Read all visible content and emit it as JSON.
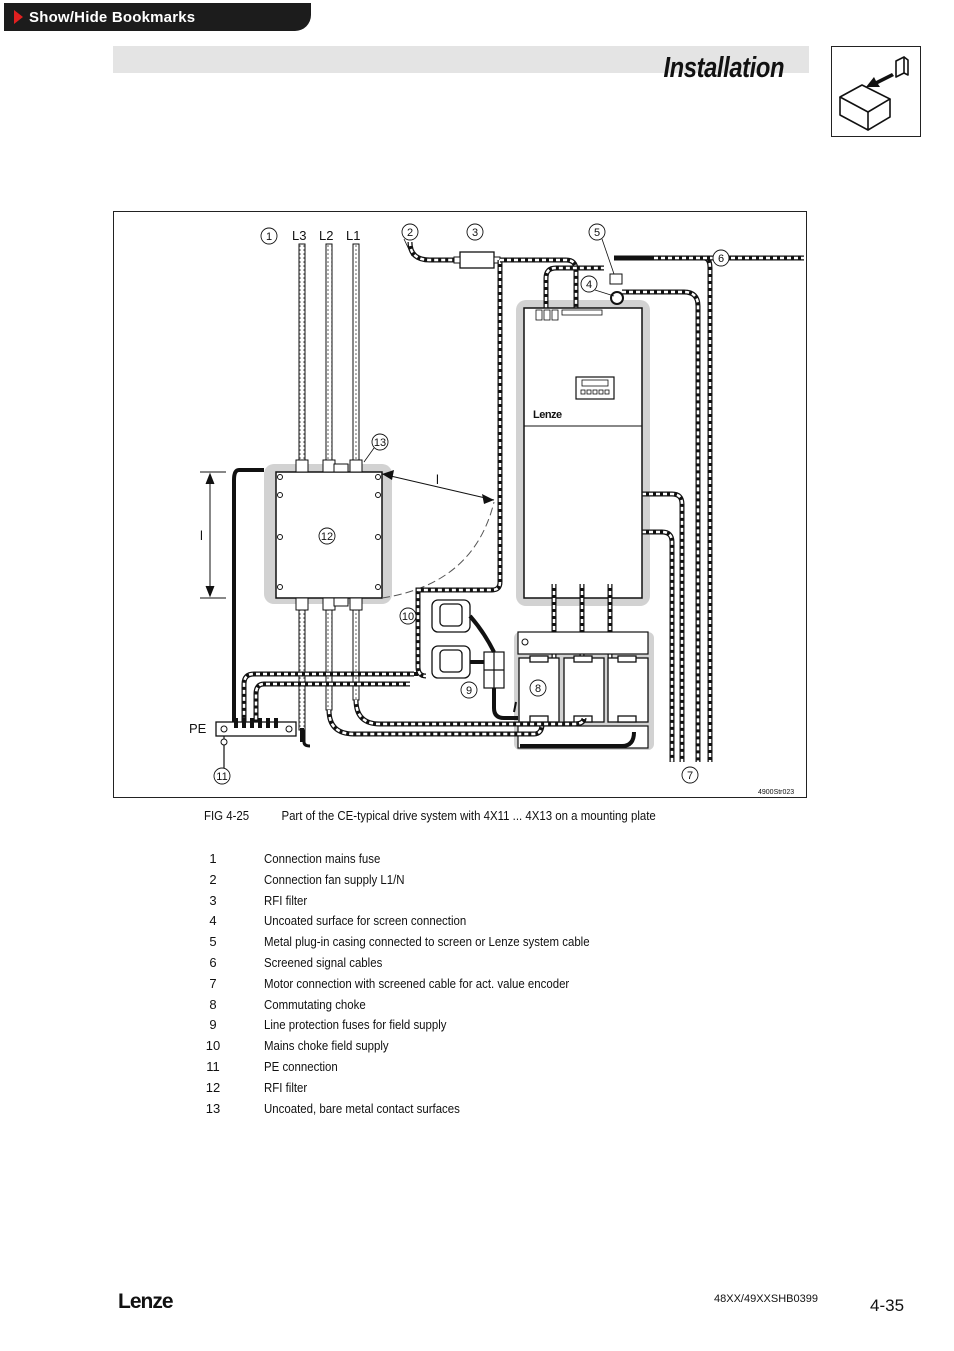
{
  "toolbar": {
    "bookmarks_label": "Show/Hide Bookmarks"
  },
  "header": {
    "title": "Installation",
    "icon": "install-box-icon"
  },
  "figure": {
    "labels": {
      "l3": "L3",
      "l2": "L2",
      "l1": "L1",
      "pe": "PE",
      "dim_l_v": "l",
      "dim_l_h": "l",
      "drive_brand": "Lenze",
      "code": "4900Str023"
    },
    "callouts": [
      "1",
      "2",
      "3",
      "4",
      "5",
      "6",
      "7",
      "8",
      "9",
      "10",
      "11",
      "12",
      "13"
    ],
    "caption_fig": "FIG 4-25",
    "caption_text": "Part of the CE-typical drive system with 4X11 ... 4X13 on a mounting plate"
  },
  "legend": [
    {
      "num": "1",
      "text": "Connection mains fuse"
    },
    {
      "num": "2",
      "text": "Connection fan supply L1/N"
    },
    {
      "num": "3",
      "text": "RFI filter"
    },
    {
      "num": "4",
      "text": "Uncoated surface for screen connection"
    },
    {
      "num": "5",
      "text": "Metal plug-in casing connected to screen or Lenze system cable"
    },
    {
      "num": "6",
      "text": "Screened signal cables"
    },
    {
      "num": "7",
      "text": "Motor connection with screened cable for act. value encoder"
    },
    {
      "num": "8",
      "text": "Commutating choke"
    },
    {
      "num": "9",
      "text": "Line protection fuses for field supply"
    },
    {
      "num": "10",
      "text": "Mains choke field supply"
    },
    {
      "num": "11",
      "text": "PE connection"
    },
    {
      "num": "12",
      "text": "RFI filter"
    },
    {
      "num": "13",
      "text": "Uncoated, bare metal contact surfaces"
    }
  ],
  "footer": {
    "brand": "Lenze",
    "doc_id": "48XX/49XXSHB0399",
    "page": "4-35"
  }
}
